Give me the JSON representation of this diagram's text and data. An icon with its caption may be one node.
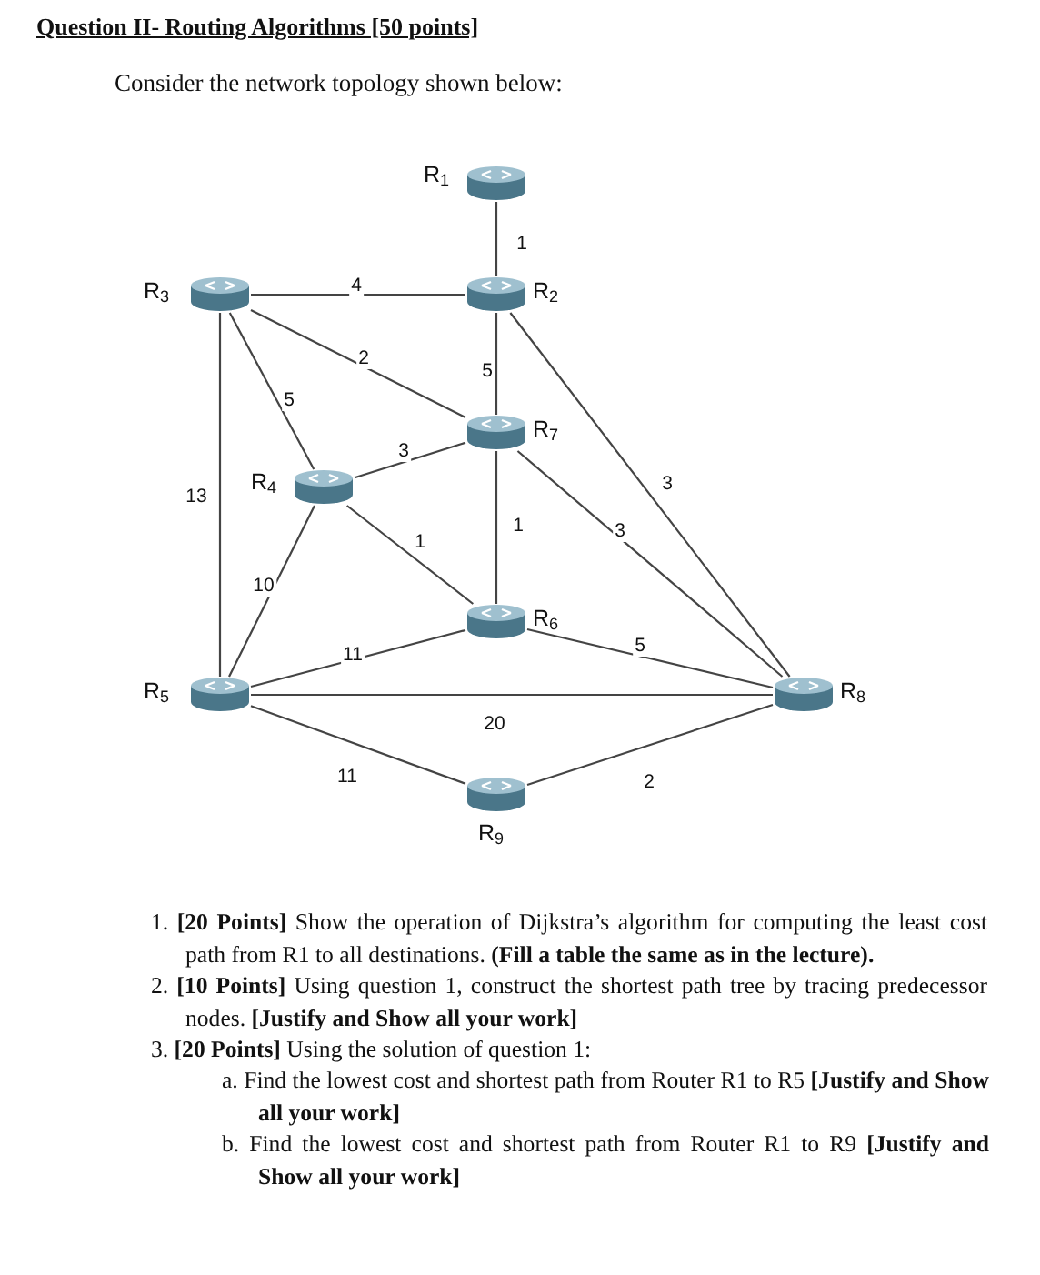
{
  "diagram": {
    "title": "Question II- Routing Algorithms [50 points]",
    "caption": "Consider the network topology shown below:",
    "nodes": [
      {
        "text": [],
        "shape": "cylinder",
        "beside": [
          "R$_{1}$"
        ]
      },
      {
        "text": [],
        "shape": "cylinder",
        "beside": [
          "R$_{2}$"
        ]
      },
      {
        "text": [],
        "shape": "cylinder",
        "beside": [
          "R$_{3}$"
        ]
      },
      {
        "text": [],
        "shape": "cylinder",
        "beside": [
          "R$_{7}$"
        ]
      },
      {
        "text": [],
        "shape": "cylinder",
        "beside": [
          "R$_{4}$"
        ]
      },
      {
        "text": [],
        "shape": "cylinder",
        "beside": [
          "R$_{6}$"
        ]
      },
      {
        "text": [],
        "shape": "cylinder",
        "beside": [
          "R$_{5}$"
        ]
      },
      {
        "text": [],
        "shape": "cylinder",
        "beside": [
          "R$_{8}$"
        ]
      },
      {
        "text": [],
        "shape": "cylinder",
        "beside": [
          "R$_{9}$"
        ]
      }
    ],
    "edges": [
      {
        "from": 0,
        "to": 1,
        "arrow": "none",
        "label": "1"
      },
      {
        "from": 2,
        "to": 1,
        "arrow": "none",
        "label": "4"
      },
      {
        "from": 2,
        "to": 3,
        "arrow": "none",
        "label": "2"
      },
      {
        "from": 1,
        "to": 3,
        "arrow": "none",
        "label": "5"
      },
      {
        "from": 2,
        "to": 4,
        "arrow": "none",
        "label": "5"
      },
      {
        "from": 2,
        "to": 6,
        "arrow": "none",
        "label": "13"
      },
      {
        "from": 4,
        "to": 3,
        "arrow": "none",
        "label": "3"
      },
      {
        "from": 1,
        "to": 7,
        "arrow": "none",
        "label": "3"
      },
      {
        "from": 3,
        "to": 5,
        "arrow": "none",
        "label": "1"
      },
      {
        "from": 3,
        "to": 7,
        "arrow": "none",
        "label": "3"
      },
      {
        "from": 4,
        "to": 5,
        "arrow": "none",
        "label": "1"
      },
      {
        "from": 4,
        "to": 6,
        "arrow": "none",
        "label": "10"
      },
      {
        "from": 6,
        "to": 5,
        "arrow": "none",
        "label": "11"
      },
      {
        "from": 5,
        "to": 7,
        "arrow": "none",
        "label": "5"
      },
      {
        "from": 6,
        "to": 7,
        "arrow": "none",
        "label": "20"
      },
      {
        "from": 6,
        "to": 8,
        "arrow": "none",
        "label": "11"
      },
      {
        "from": 8,
        "to": 7,
        "arrow": "none",
        "label": "2"
      }
    ],
    "labels": [
      "1. **[20 Points]** Show the operation of Dijkstra’s algorithm for computing the least cost path from R1 to all destinations. **(Fill a table the same as in the lecture).**",
      "2. **[10 Points]** Using question 1, construct the shortest path tree by tracing predecessor nodes. **[Justify and Show all your work]**",
      "3. **[20 Points]** Using the solution of question 1:",
      "a. Find the lowest cost and shortest path from Router R1 to R5 **[Justify and Show all your work]**",
      "b. Find the lowest cost and shortest path from Router R1 to R9 **[Justify and Show all your work]**"
    ]
  }
}
